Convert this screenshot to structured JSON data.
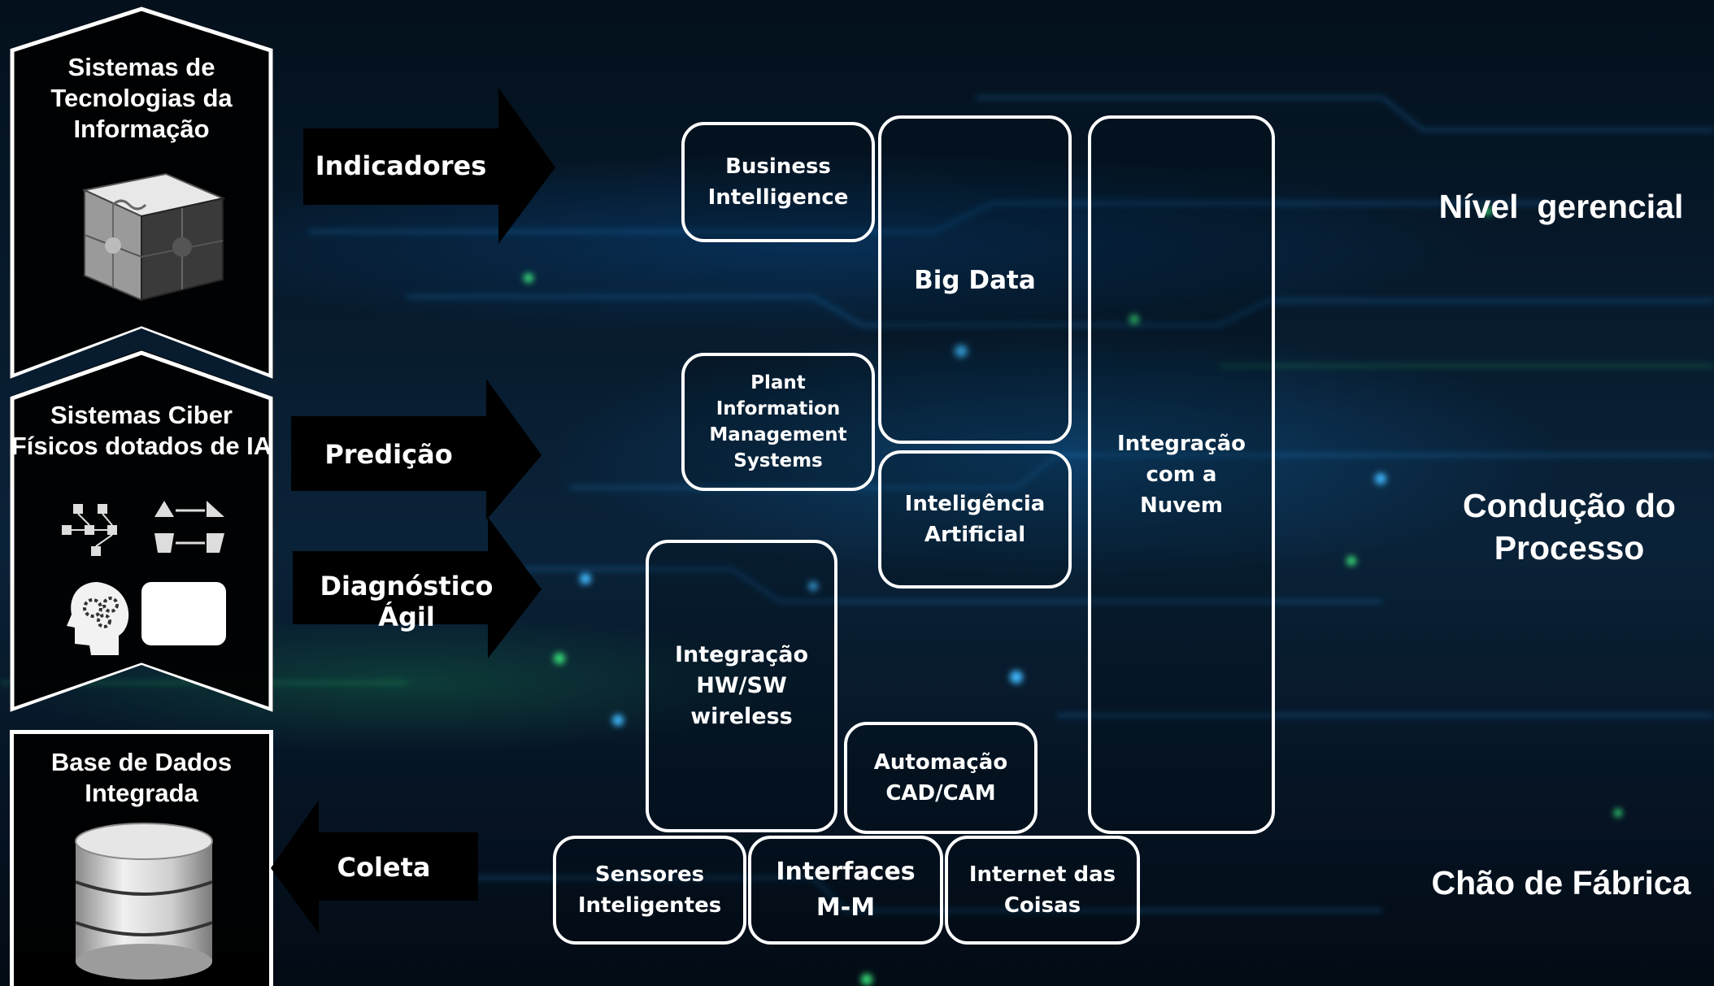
{
  "panels": {
    "it_systems": {
      "title": "Sistemas de Tecnologias da Informação",
      "icon": "puzzle-cube-icon"
    },
    "cyber_physical": {
      "title": "Sistemas Ciber Físicos dotados de IA",
      "icons": [
        "network-icon",
        "exchange-arrows-icon",
        "robot-head-gears-icon",
        "blank-card-icon"
      ]
    },
    "database": {
      "title": "Base de Dados Integrada",
      "icon": "database-cylinder-icon"
    }
  },
  "arrows": {
    "indicadores": "Indicadores",
    "predicao": "Predição",
    "diagnostico": "Diagnóstico Ágil",
    "coleta": "Coleta"
  },
  "boxes": {
    "business_intelligence": "Business Intelligence",
    "big_data": "Big Data",
    "cloud_integration": "Integração com a Nuvem",
    "pims": "Plant Information Management Systems",
    "ai": "Inteligência Artificial",
    "hw_sw": "Integração HW/SW wireless",
    "cad_cam": "Automação CAD/CAM",
    "sensors": "Sensores Inteligentes",
    "interfaces": "Interfaces M-M",
    "iot": "Internet das Coisas"
  },
  "levels": {
    "management": "Nível  gerencial",
    "process": "Condução do Processo",
    "shop_floor": "Chão de Fábrica"
  },
  "colors": {
    "glow_blue": "#2aa8ff",
    "glow_green": "#2bd46a",
    "panel_bg": "#000000",
    "outline": "#ffffff"
  }
}
